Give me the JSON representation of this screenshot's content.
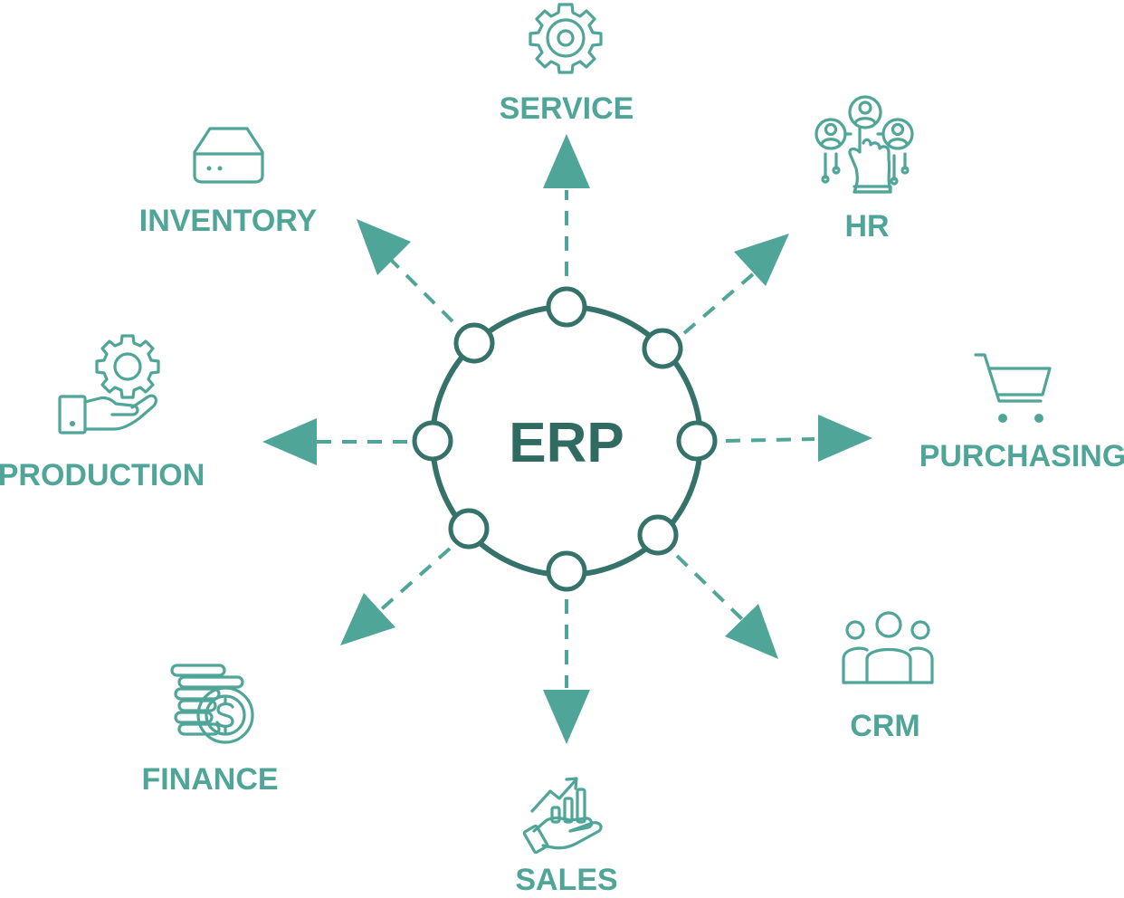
{
  "center": {
    "label": "ERP"
  },
  "modules": {
    "service": {
      "label": "SERVICE",
      "icon": "gear-icon"
    },
    "hr": {
      "label": "HR",
      "icon": "people-network-icon"
    },
    "purchasing": {
      "label": "PURCHASING",
      "icon": "shopping-cart-icon"
    },
    "crm": {
      "label": "CRM",
      "icon": "group-icon"
    },
    "sales": {
      "label": "SALES",
      "icon": "growth-chart-hand-icon"
    },
    "finance": {
      "label": "FINANCE",
      "icon": "coins-dollar-icon"
    },
    "production": {
      "label": "PRODUCTION",
      "icon": "gear-hand-icon"
    },
    "inventory": {
      "label": "INVENTORY",
      "icon": "storage-box-icon"
    }
  },
  "colors": {
    "accent": "#4fa597",
    "hub": "#35736a",
    "center_text": "#2f6b61",
    "background": "#ffffff"
  }
}
